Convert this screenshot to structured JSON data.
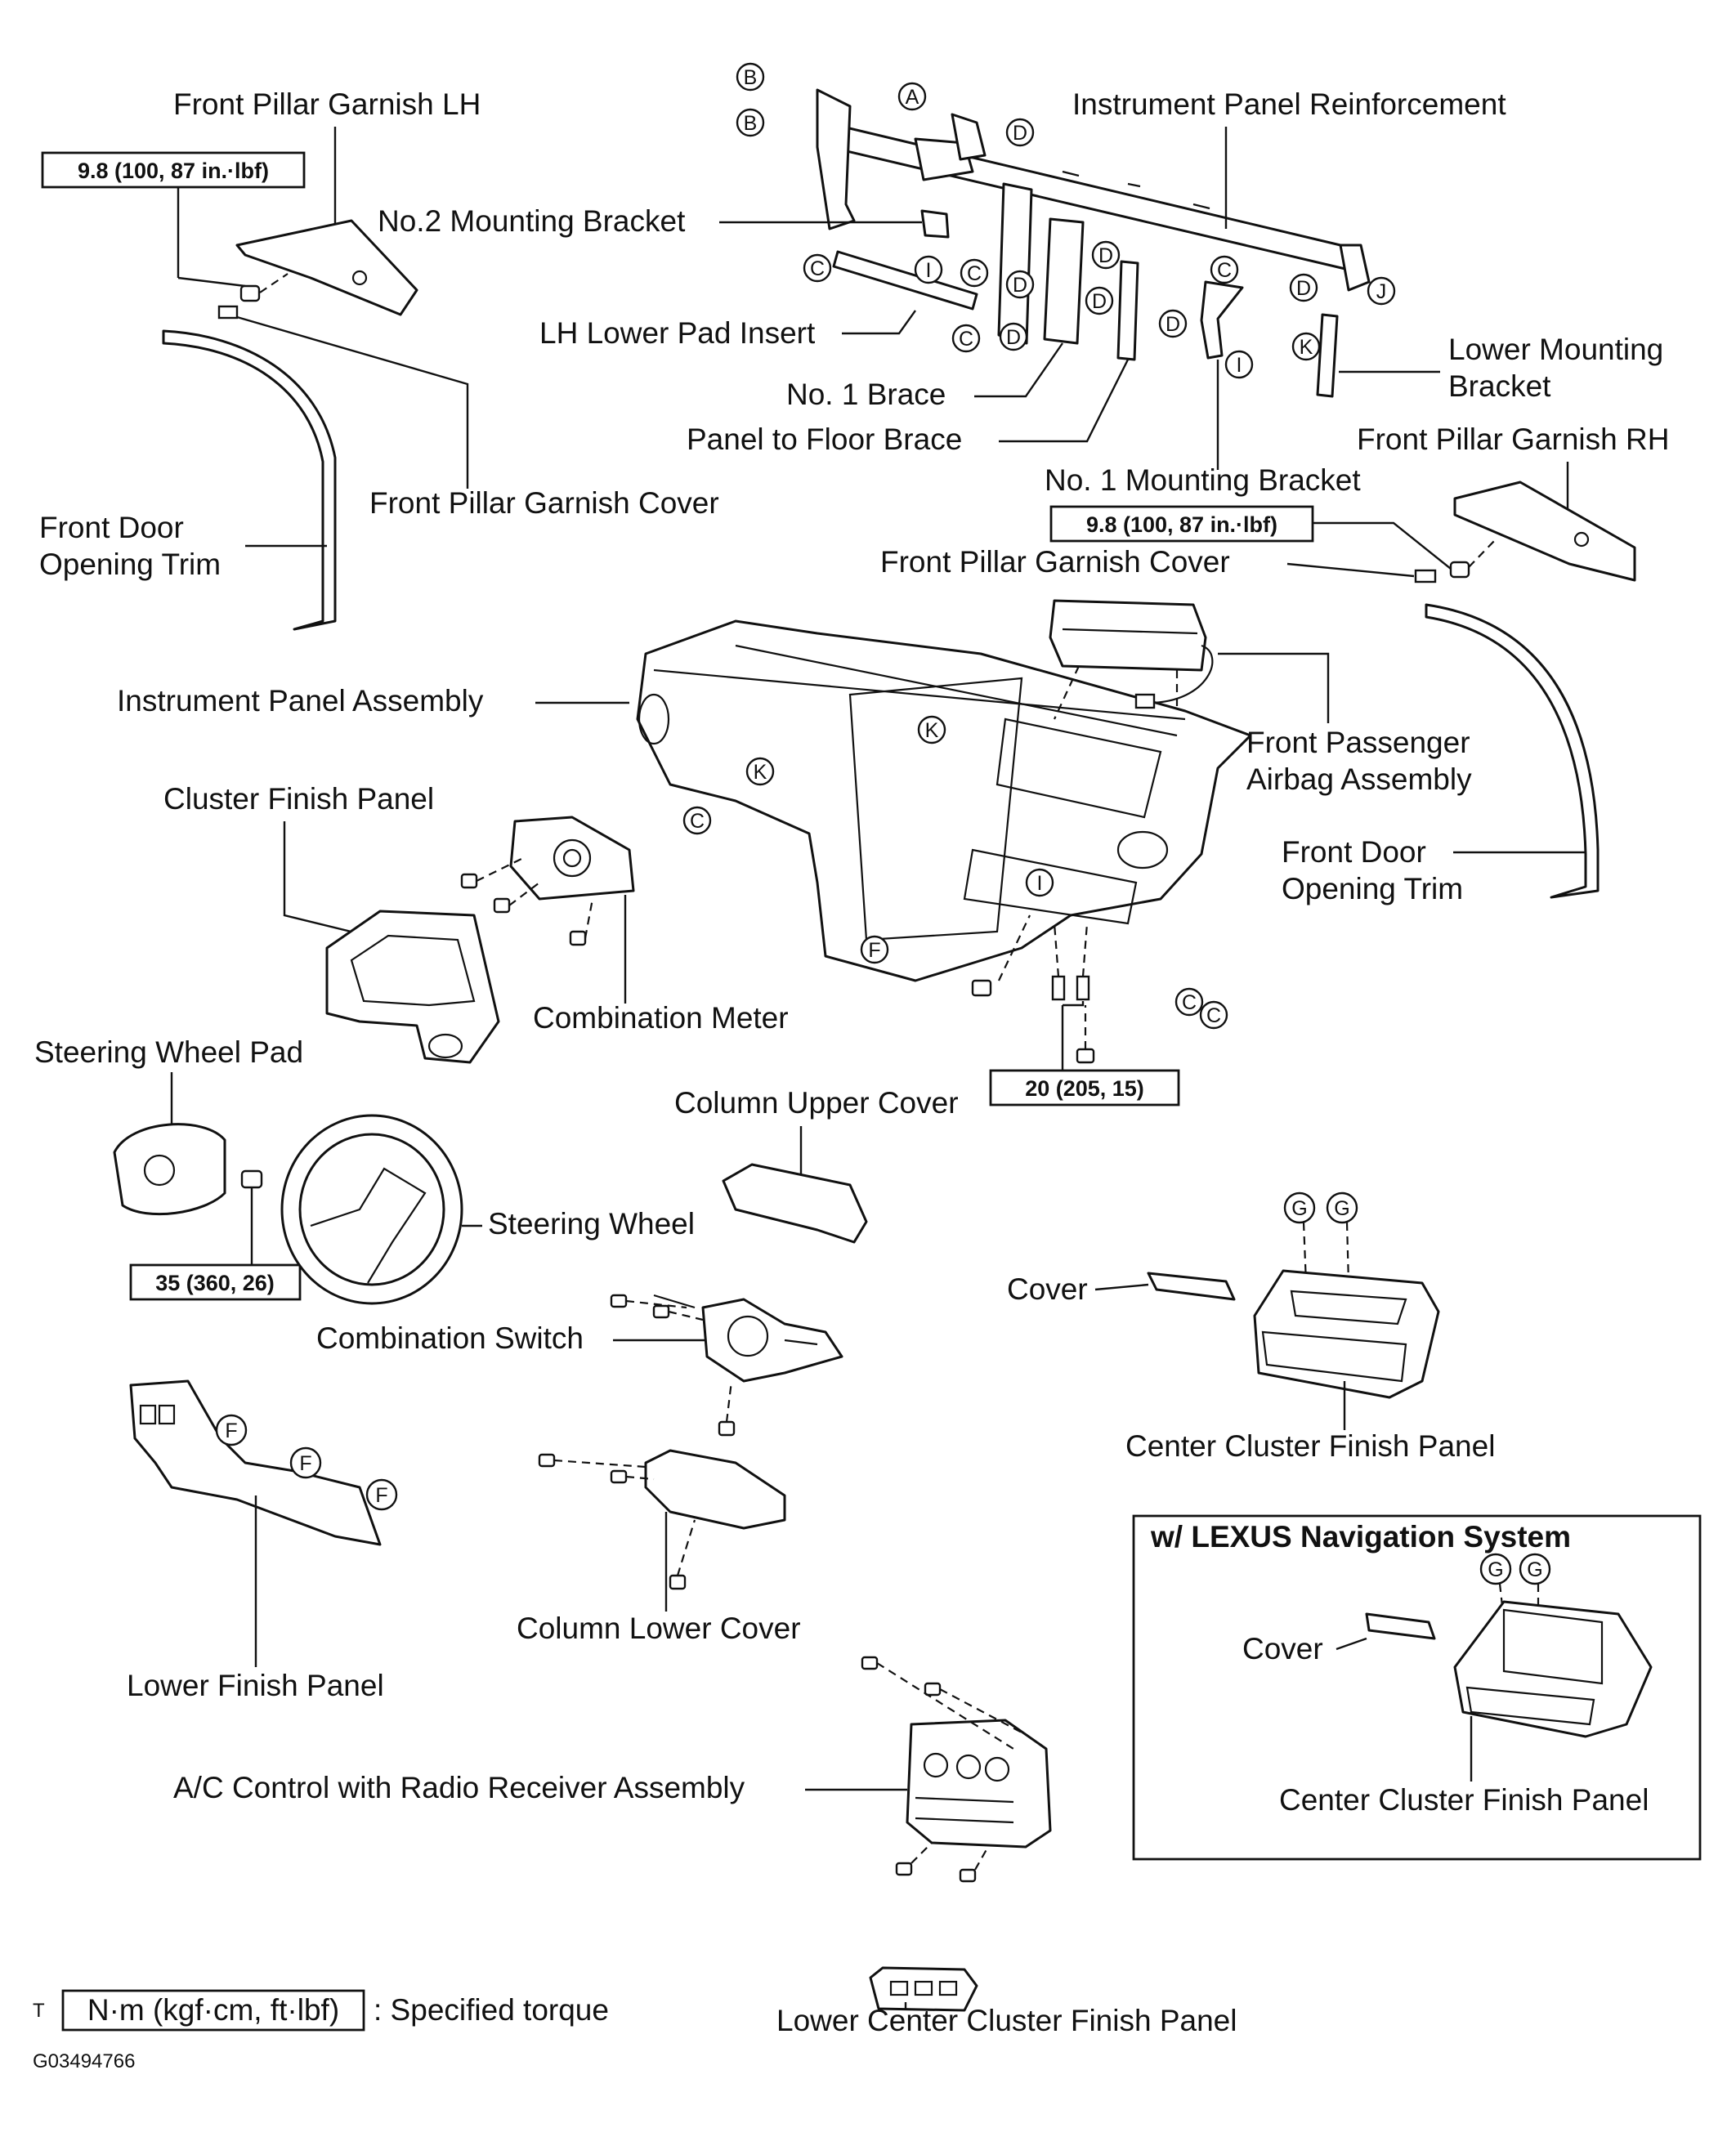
{
  "labels": {
    "front_pillar_garnish_lh": "Front Pillar Garnish LH",
    "instrument_panel_reinforcement": "Instrument Panel Reinforcement",
    "no2_mounting_bracket": "No.2 Mounting Bracket",
    "lh_lower_pad_insert": "LH Lower Pad Insert",
    "lower_mounting_bracket_1": "Lower Mounting",
    "lower_mounting_bracket_2": "Bracket",
    "no1_brace": "No. 1 Brace",
    "panel_to_floor_brace": "Panel to Floor Brace",
    "front_pillar_garnish_rh": "Front Pillar Garnish RH",
    "no1_mounting_bracket": "No. 1 Mounting Bracket",
    "front_pillar_garnish_cover_left": "Front Pillar Garnish Cover",
    "front_pillar_garnish_cover_right": "Front Pillar Garnish Cover",
    "front_door_opening_trim_left_1": "Front Door",
    "front_door_opening_trim_left_2": "Opening Trim",
    "front_door_opening_trim_right_1": "Front Door",
    "front_door_opening_trim_right_2": "Opening Trim",
    "instrument_panel_assembly": "Instrument Panel Assembly",
    "front_passenger_airbag_1": "Front Passenger",
    "front_passenger_airbag_2": "Airbag Assembly",
    "cluster_finish_panel": "Cluster Finish Panel",
    "combination_meter": "Combination Meter",
    "steering_wheel_pad": "Steering Wheel Pad",
    "column_upper_cover": "Column Upper Cover",
    "steering_wheel": "Steering Wheel",
    "combination_switch": "Combination Switch",
    "cover": "Cover",
    "center_cluster_finish_panel": "Center Cluster Finish Panel",
    "lower_finish_panel": "Lower Finish Panel",
    "column_lower_cover": "Column Lower Cover",
    "nav_box_title": "w/ LEXUS Navigation System",
    "nav_cover": "Cover",
    "nav_center_cluster_finish_panel": "Center Cluster Finish Panel",
    "ac_control_radio": "A/C Control with Radio Receiver Assembly",
    "lower_center_cluster_finish_panel": "Lower Center Cluster Finish Panel"
  },
  "torques": {
    "pillar_lh": "9.8 (100, 87 in.·lbf)",
    "pillar_rh": "9.8 (100, 87 in.·lbf)",
    "panel_bolts": "20 (205, 15)",
    "steering_nut": "35 (360, 26)"
  },
  "callouts": {
    "A": "A",
    "B": "B",
    "C": "C",
    "D": "D",
    "F": "F",
    "G": "G",
    "I": "I",
    "J": "J",
    "K": "K"
  },
  "legend": {
    "marker": "T",
    "unit": "N·m (kgf·cm, ft·lbf)",
    "text": ": Specified torque"
  },
  "figure_code": "G03494766"
}
